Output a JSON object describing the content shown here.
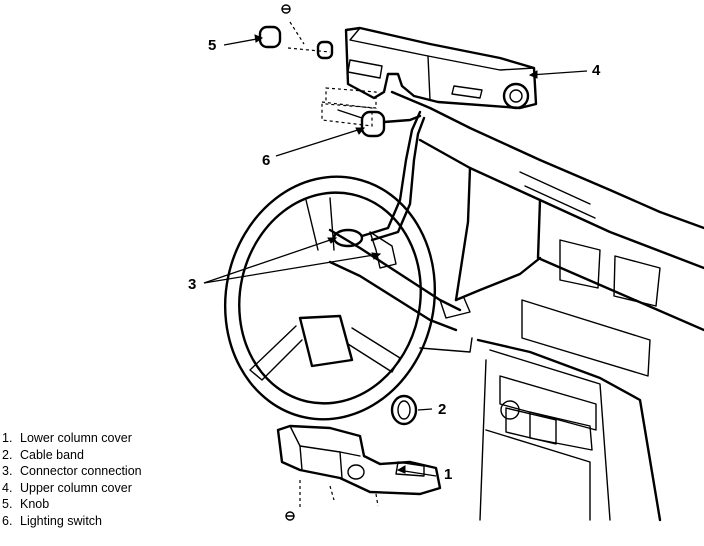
{
  "callouts": {
    "c1": "1",
    "c2": "2",
    "c3": "3",
    "c4": "4",
    "c5": "5",
    "c6": "6"
  },
  "legend": [
    {
      "num": "1.",
      "label": "Lower column cover"
    },
    {
      "num": "2.",
      "label": "Cable band"
    },
    {
      "num": "3.",
      "label": "Connector connection"
    },
    {
      "num": "4.",
      "label": "Upper column cover"
    },
    {
      "num": "5.",
      "label": "Knob"
    },
    {
      "num": "6.",
      "label": "Lighting switch"
    }
  ]
}
